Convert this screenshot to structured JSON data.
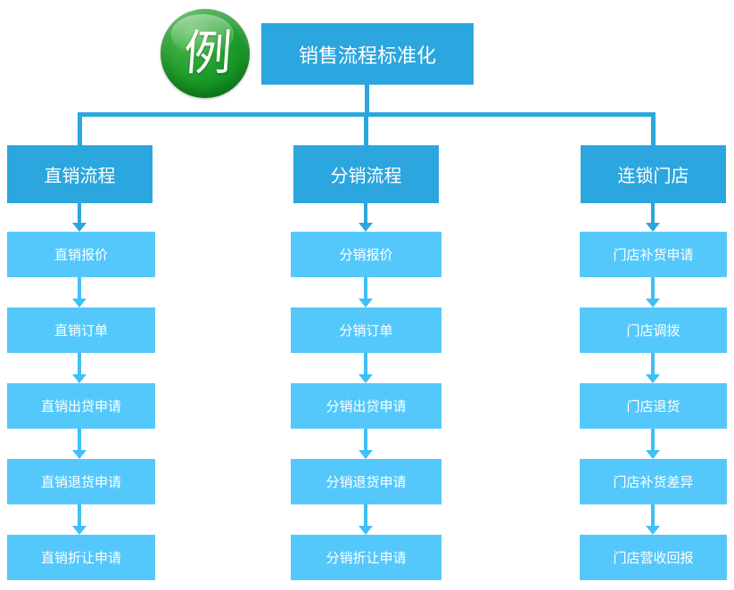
{
  "diagram": {
    "badge": {
      "label": "例",
      "color": "#199a28"
    },
    "root": {
      "label": "销售流程标准化",
      "color": "#2ba6de"
    },
    "level1_color": "#2ba6de",
    "level2_color": "#55c8fb",
    "branches": [
      {
        "header": "直销流程",
        "steps": [
          "直销报价",
          "直销订单",
          "直销出贷申请",
          "直销退货申请",
          "直销折让申请"
        ]
      },
      {
        "header": "分销流程",
        "steps": [
          "分销报价",
          "分销订单",
          "分销出贷申请",
          "分销退货申请",
          "分销折让申请"
        ]
      },
      {
        "header": "连锁门店",
        "steps": [
          "门店补货申请",
          "门店调拨",
          "门店退货",
          "门店补货差异",
          "门店营收回报"
        ]
      }
    ]
  }
}
